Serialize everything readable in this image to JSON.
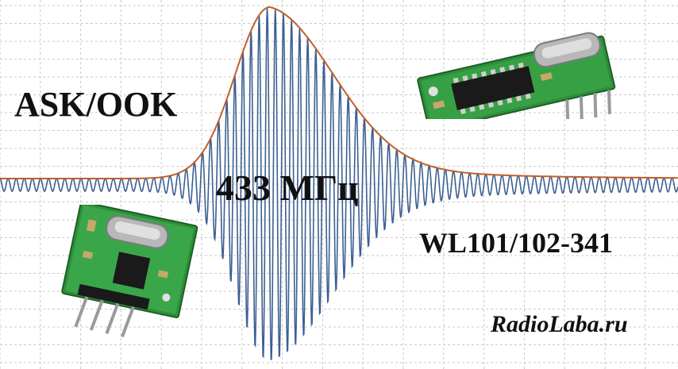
{
  "labels": {
    "modulation": "ASK/OOK",
    "frequency": "433 МГц",
    "model": "WL101/102-341",
    "website": "RadioLaba.ru"
  },
  "colors": {
    "carrier": "#3d5f92",
    "envelope": "#c0602a",
    "grid": "#c9c9c9",
    "pcb": "#2e8f3a",
    "chip": "#1a1a1a",
    "crystal": "#b8b8b8"
  },
  "graphics": {
    "signal_icon": "modulated-carrier-waveform",
    "receiver_icon": "rf-receiver-module-photo",
    "transmitter_icon": "rf-transmitter-module-photo"
  }
}
